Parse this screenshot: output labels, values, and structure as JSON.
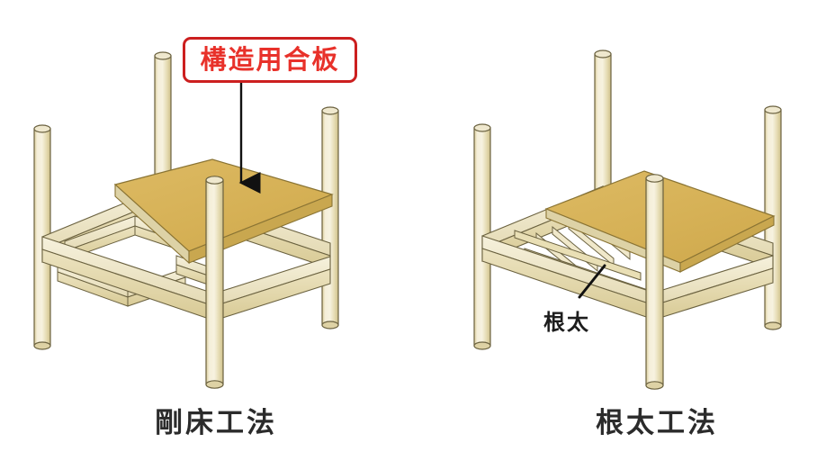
{
  "figure": {
    "title_left": "剛床工法",
    "title_right": "根太工法",
    "callout_label": "構造用合板",
    "joist_label": "根太",
    "background": "#ffffff"
  },
  "colors": {
    "plywood_top": "#d6b156",
    "plywood_top_light": "#dcb962",
    "plywood_edge": "#c9a74f",
    "plywood_side": "#ddd2a6",
    "wood_light": "#f3ecd2",
    "wood_mid": "#e8dfb8",
    "wood_dark": "#d9cd9c",
    "wood_shadow": "#cdbf89",
    "outline": "#5c5434",
    "callout_border": "#cc1f1f",
    "callout_text": "#e8312a",
    "caption_text": "#2b2b2b",
    "leader_line": "#111111"
  },
  "left_figure": {
    "name": "rigid-floor-method",
    "caption": "剛床工法",
    "posts": 4,
    "has_plywood_panel": true,
    "panel_state": "tilted",
    "has_joists": false,
    "framing": "beam-grid"
  },
  "right_figure": {
    "name": "joist-method",
    "caption": "根太工法",
    "posts": 4,
    "has_plywood_panel": true,
    "panel_state": "flat",
    "has_joists": true,
    "joist_count": 6,
    "framing": "beam-grid-with-joists"
  },
  "annotations": [
    {
      "name": "plywood-callout",
      "text": "構造用合板",
      "style": "red-boxed-label",
      "points_to": "plywood-panel-left",
      "arrow": "down"
    },
    {
      "name": "joist-callout",
      "text": "根太",
      "style": "plain-label-with-leader",
      "points_to": "joist-member-right",
      "arrow": "up-right"
    }
  ]
}
